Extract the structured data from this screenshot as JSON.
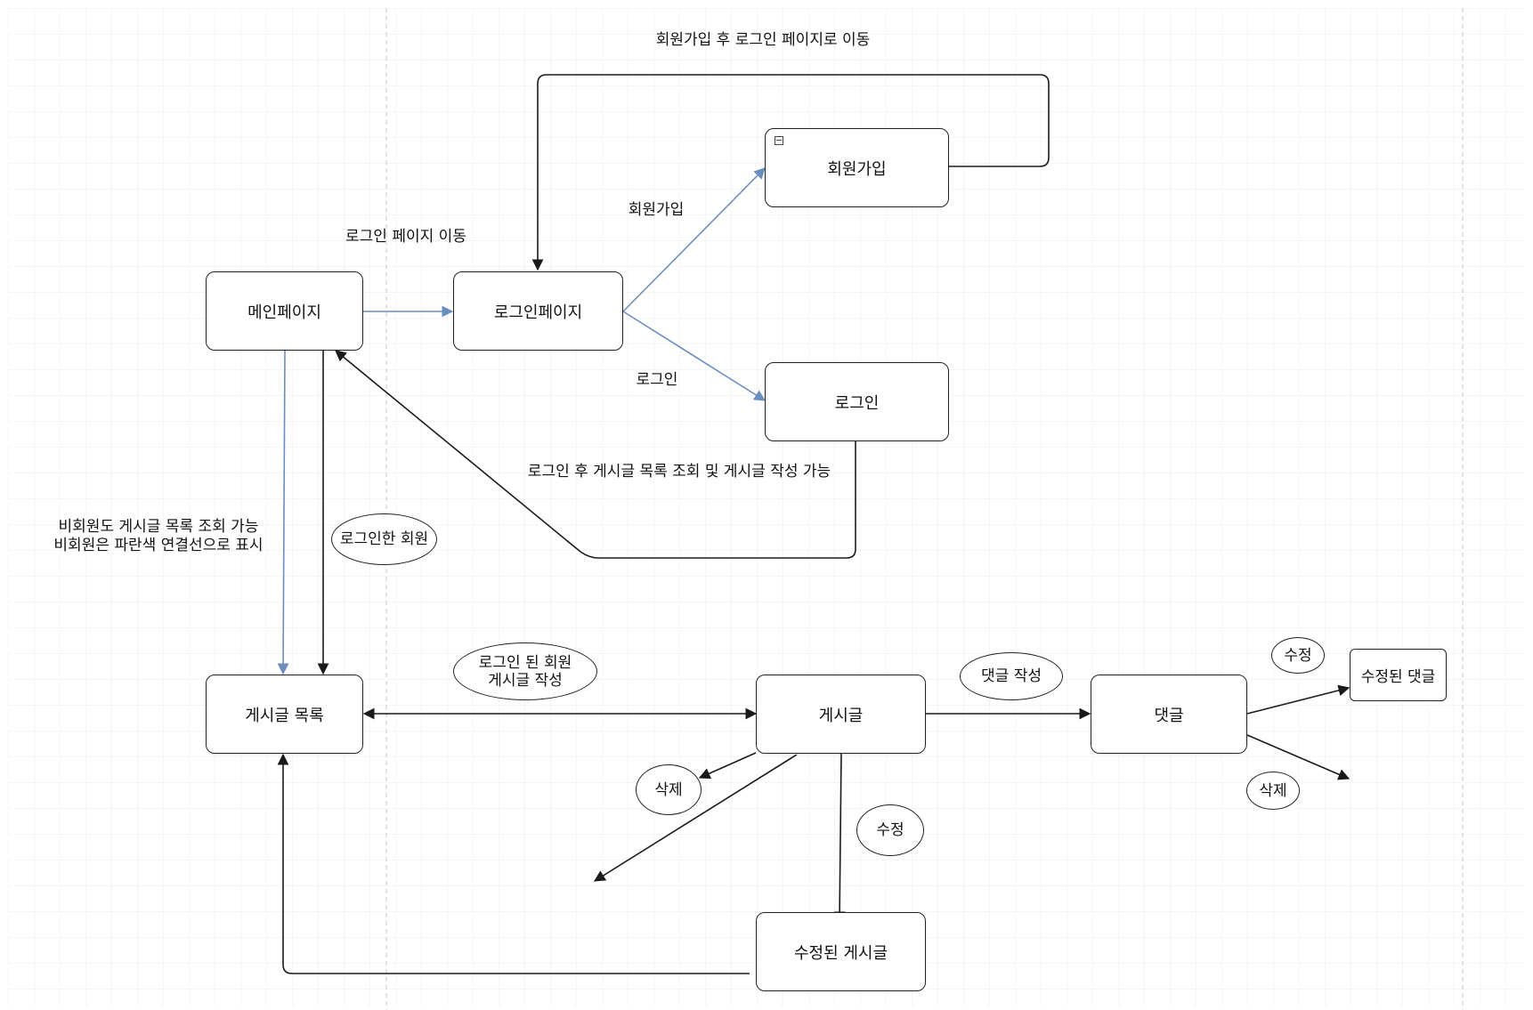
{
  "colors": {
    "arrow_black": "#1a1a1a",
    "arrow_blue": "#6c8ebf",
    "grid": "#e6e6e6",
    "page_break": "#bdbdbd"
  },
  "nodes": {
    "main": "메인페이지",
    "login_page": "로그인페이지",
    "signup": "회원가입",
    "login": "로그인",
    "post_list": "게시글 목록",
    "post": "게시글",
    "comment": "댓글",
    "edited_post": "수정된 게시글",
    "edited_comment": "수정된 댓글"
  },
  "ellipses": {
    "logged_in_member": "로그인한 회원",
    "member_write": "로그인 된 회원\n게시글 작성",
    "write_comment": "댓글 작성",
    "delete_post": "삭제",
    "edit_post": "수정",
    "edit_comment": "수정",
    "delete_comment": "삭제"
  },
  "labels": {
    "signup_to_login": "회원가입 후 로그인 페이지로 이동",
    "go_login_page": "로그인 페이지 이동",
    "signup_edge": "회원가입",
    "login_edge": "로그인",
    "after_login": "로그인 후 게시글 목록 조회 및 게시글 작성 가능",
    "guest_note": "비회원도 게시글 목록 조회 가능\n비회원은 파란색 연결선으로 표시"
  }
}
